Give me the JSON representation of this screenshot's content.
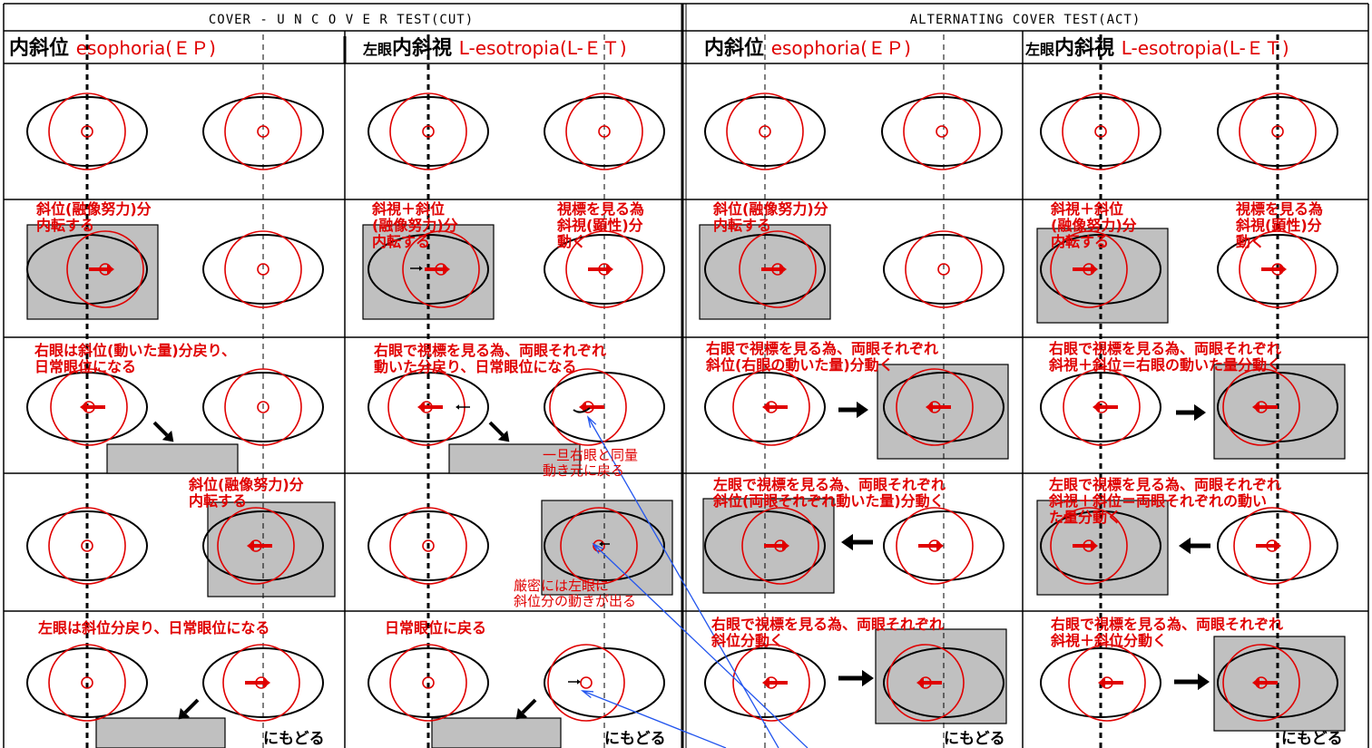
{
  "headers": {
    "cut": "COVER - U N C O V E R  TEST(CUT)",
    "act": "ALTERNATING  COVER  TEST(ACT)"
  },
  "columns": {
    "c1_jp": "内斜位",
    "c1_en": "esophoria(ＥＰ)",
    "c2_small": "左眼",
    "c2_jp": "内斜視",
    "c2_en": "L-esotropia(L-ＥＴ)",
    "c3_jp": "内斜位",
    "c3_en": "esophoria(ＥＰ)",
    "c4_small": "左眼",
    "c4_jp": "内斜視",
    "c4_en": "L-esotropia(L-ＥＴ)"
  },
  "notes": {
    "c1r2": "斜位(融像努力)分\n内転する",
    "c1r3": "右眼は斜位(動いた量)分戻り、\n日常眼位になる",
    "c1r4": "斜位(融像努力)分\n内転する",
    "c1r5": "左眼は斜位分戻り、日常眼位になる",
    "c2r2a": "斜視＋斜位\n(融像努力)分\n内転する",
    "c2r2b": "視標を見る為\n斜視(顕性)分\n動く",
    "c2r3": "右眼で視標を見る為、両眼それぞれ\n動いた分戻り、日常眼位になる",
    "c2r3b": "一旦右眼と同量\n動き元に戻る",
    "c2r4": "厳密には左眼に\n斜位分の動きが出る",
    "c2r5": "日常眼位に戻る",
    "c3r2": "斜位(融像努力)分\n内転する",
    "c3r3": "右眼で視標を見る為、両眼それぞれ\n斜位(右眼の動いた量)分動く",
    "c3r4": "左眼で視標を見る為、両眼それぞれ\n斜位(両眼それぞれ動いた量)分動く",
    "c3r5": "右眼で視標を見る為、両眼それぞれ\n斜位分動く",
    "c4r2a": "斜視＋斜位\n(融像努力)分\n内転する",
    "c4r2b": "視標を見る為\n斜視(顕性)分\n動く",
    "c4r3": "右眼で視標を見る為、両眼それぞれ\n斜視＋斜位＝右眼の動いた量分動く",
    "c4r4": "左眼で視標を見る為、両眼それぞれ\n斜視＋斜位＝両眼それぞれの動い\nた量分動く",
    "c4r5": "右眼で視標を見る為、両眼それぞれ\n斜視＋斜位分動く"
  },
  "back_label": "にもどる"
}
